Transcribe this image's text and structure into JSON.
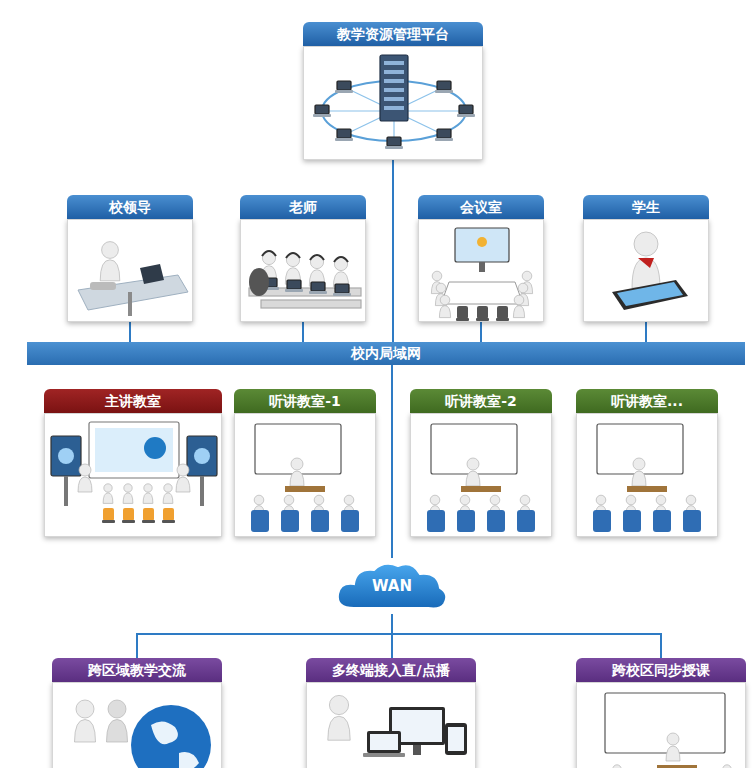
{
  "diagram": {
    "nodes": [
      {
        "text": [
          "教学资源管理平台"
        ]
      },
      {
        "text": [
          "校领导"
        ]
      },
      {
        "text": [
          "老师"
        ]
      },
      {
        "text": [
          "会议室"
        ]
      },
      {
        "text": [
          "学生"
        ]
      },
      {
        "text": [
          "校内局域网"
        ]
      },
      {
        "text": [
          "主讲教室"
        ]
      },
      {
        "text": [
          "听讲教室-1"
        ]
      },
      {
        "text": [
          "听讲教室-2"
        ]
      },
      {
        "text": [
          "听讲教室..."
        ]
      },
      {
        "text": [
          "WAN"
        ]
      },
      {
        "text": [
          "跨区域教学交流"
        ]
      },
      {
        "text": [
          "多终端接入直/点播"
        ]
      },
      {
        "text": [
          "跨校区同步授课"
        ]
      }
    ],
    "edges": [
      {
        "from": 0,
        "to": 5,
        "arrow": "none"
      },
      {
        "from": 1,
        "to": 5,
        "arrow": "none"
      },
      {
        "from": 2,
        "to": 5,
        "arrow": "none"
      },
      {
        "from": 3,
        "to": 5,
        "arrow": "none"
      },
      {
        "from": 4,
        "to": 5,
        "arrow": "none"
      },
      {
        "from": 5,
        "to": 10,
        "arrow": "none"
      },
      {
        "from": 10,
        "to": 11,
        "arrow": "none"
      },
      {
        "from": 10,
        "to": 12,
        "arrow": "none"
      },
      {
        "from": 10,
        "to": 13,
        "arrow": "none"
      }
    ]
  }
}
